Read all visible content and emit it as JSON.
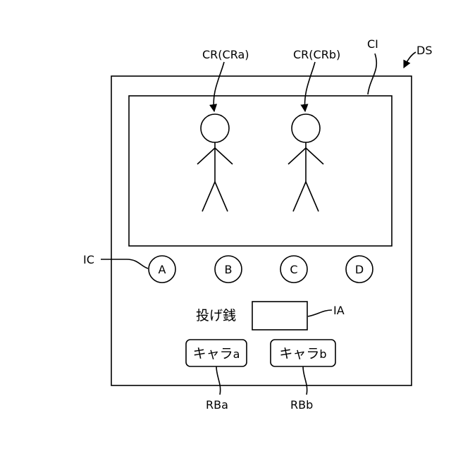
{
  "labels": {
    "cr_a": "CR(CRa)",
    "cr_b": "CR(CRb)",
    "ci": "CI",
    "ds": "DS",
    "ic": "IC",
    "ia": "IA",
    "rba": "RBa",
    "rbb": "RBb"
  },
  "choices": [
    "A",
    "B",
    "C",
    "D"
  ],
  "tip_label": "投げ銭",
  "char_buttons": {
    "a_main": "キャラ",
    "a_sub": "a",
    "b_main": "キャラ",
    "b_sub": "b"
  }
}
